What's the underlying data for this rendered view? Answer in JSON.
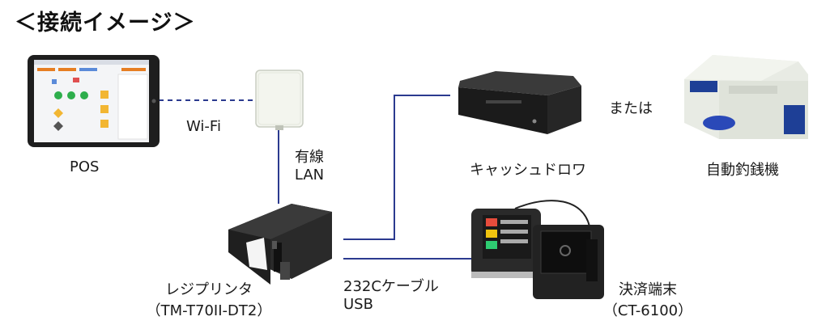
{
  "title": "＜接続イメージ＞",
  "devices": {
    "pos": {
      "label": "POS",
      "icon": "tablet-icon"
    },
    "access_point": {
      "icon": "wifi-access-point-icon"
    },
    "printer": {
      "label_line1": "レジプリンタ",
      "label_line2": "（TM-T70II-DT2）",
      "icon": "receipt-printer-icon"
    },
    "cash_drawer": {
      "label": "キャッシュドロワ",
      "icon": "cash-drawer-icon"
    },
    "auto_change_machine": {
      "label": "自動釣銭機",
      "icon": "change-machine-icon"
    },
    "payment_terminal": {
      "label_line1": "決済端末",
      "label_line2": "（CT-6100）",
      "icon": "payment-terminal-icon"
    }
  },
  "connections": {
    "wifi": "Wi-Fi",
    "lan_line1": "有線",
    "lan_line2": "LAN",
    "serial_line1": "232Cケーブル",
    "serial_line2": "USB",
    "or_text": "または"
  },
  "colors": {
    "line": "#2b3a8f",
    "dashed": "#2b3a8f"
  }
}
